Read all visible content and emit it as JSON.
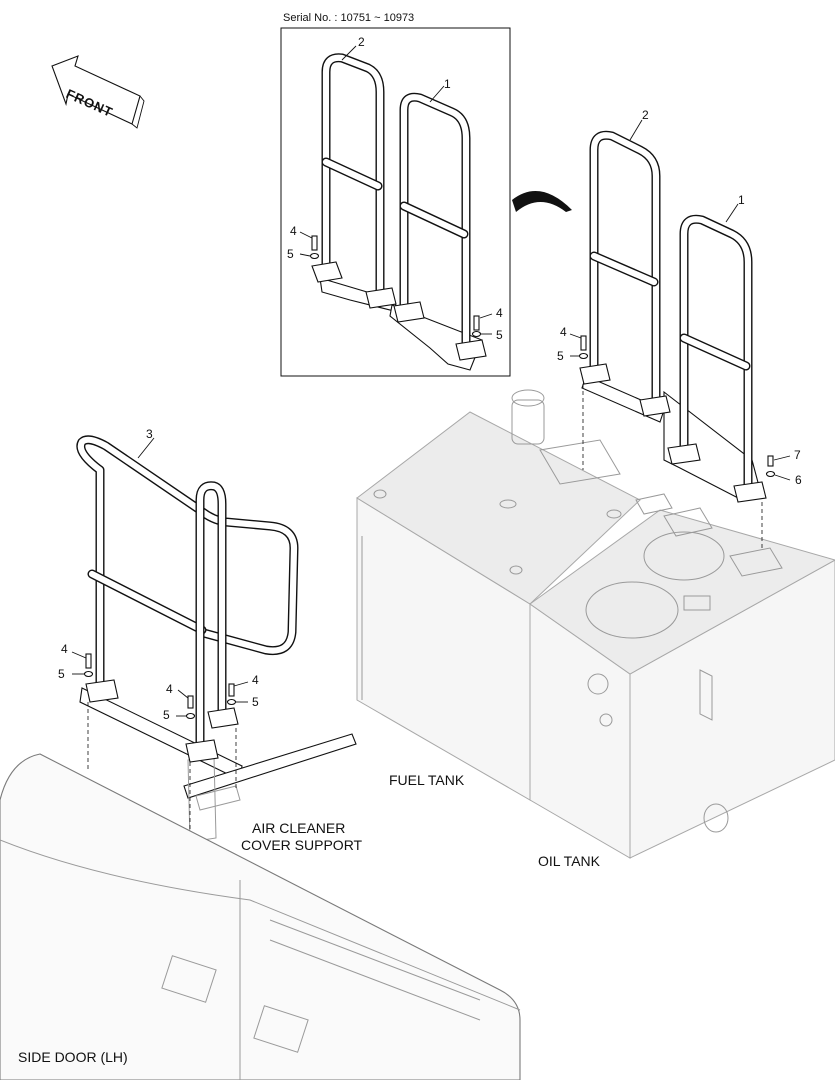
{
  "diagram": {
    "serial_label": "Serial No. : 10751 ~ 10973",
    "front_label": "FRONT",
    "callouts": {
      "inset_1": "1",
      "inset_2": "2",
      "inset_4a": "4",
      "inset_5a": "5",
      "inset_4b": "4",
      "inset_5b": "5",
      "main_1": "1",
      "main_2": "2",
      "main_4": "4",
      "main_5": "5",
      "main_6": "6",
      "main_7": "7",
      "left_3": "3",
      "left_4a": "4",
      "left_5a": "5",
      "left_4b": "4",
      "left_5b": "5",
      "left_4c": "4",
      "left_5c": "5"
    },
    "component_labels": {
      "fuel_tank": "FUEL TANK",
      "oil_tank": "OIL TANK",
      "air_cleaner_line1": "AIR CLEANER",
      "air_cleaner_line2": "COVER SUPPORT",
      "side_door": "SIDE DOOR (LH)"
    }
  }
}
